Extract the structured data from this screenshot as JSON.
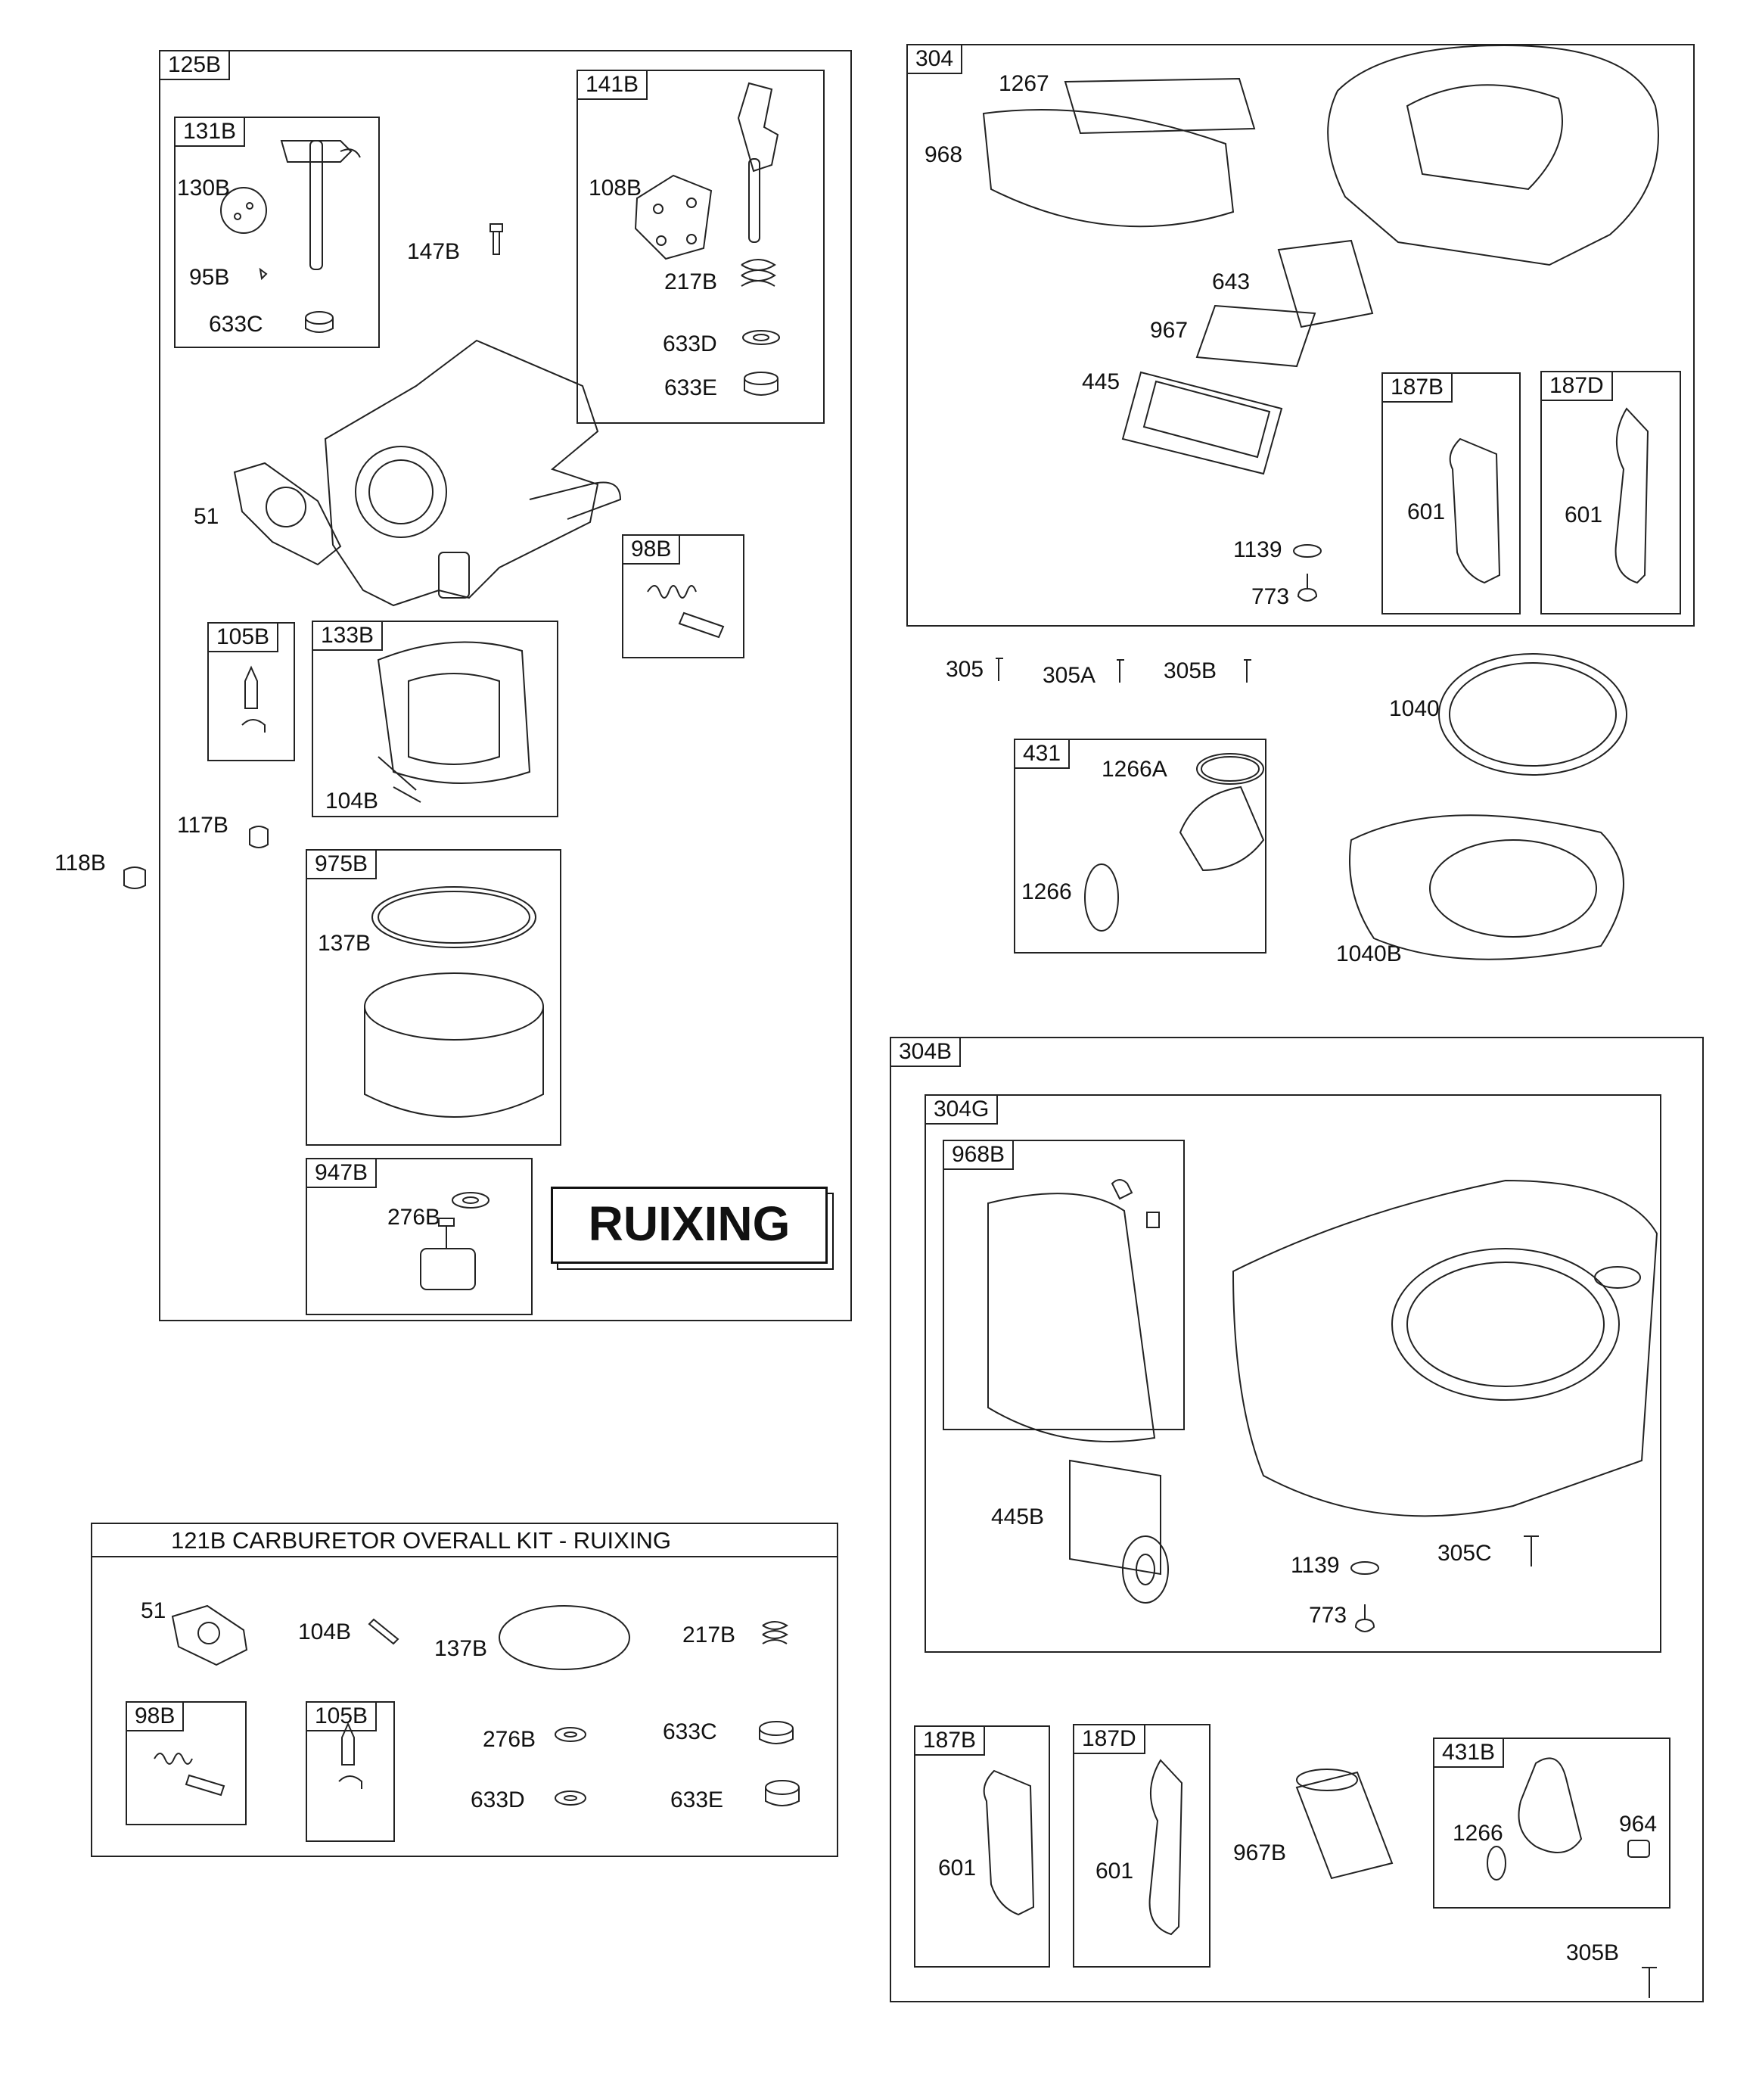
{
  "groups": {
    "g125B": "125B",
    "g131B": "131B",
    "g141B": "141B",
    "g98B": "98B",
    "g105B": "105B",
    "g133B": "133B",
    "g975B": "975B",
    "g947B": "947B",
    "g304": "304",
    "g187B": "187B",
    "g187D": "187D",
    "g431": "431",
    "g304B": "304B",
    "g304G": "304G",
    "g968B": "968B",
    "g187B_2": "187B",
    "g187D_2": "187D",
    "g431B": "431B",
    "kit98B": "98B",
    "kit105B": "105B"
  },
  "labels": {
    "l130B": "130B",
    "l95B": "95B",
    "l633C": "633C",
    "l147B": "147B",
    "l108B": "108B",
    "l217B": "217B",
    "l633D": "633D",
    "l633E": "633E",
    "l51": "51",
    "l104B": "104B",
    "l117B": "117B",
    "l118B": "118B",
    "l137B": "137B",
    "l276B": "276B",
    "l1267": "1267",
    "l968": "968",
    "l643": "643",
    "l967": "967",
    "l445": "445",
    "l601a": "601",
    "l601b": "601",
    "l1139": "1139",
    "l773": "773",
    "l305": "305",
    "l305A": "305A",
    "l305B": "305B",
    "l1040": "1040",
    "l1266A": "1266A",
    "l1266": "1266",
    "l1040B": "1040B",
    "l445B": "445B",
    "l1139b": "1139",
    "l773b": "773",
    "l305C": "305C",
    "l601c": "601",
    "l601d": "601",
    "l967B": "967B",
    "l1266b": "1266",
    "l964": "964",
    "l305Bb": "305B"
  },
  "kit": {
    "title": "121B CARBURETOR OVERALL KIT - RUIXING",
    "k51": "51",
    "k104B": "104B",
    "k137B": "137B",
    "k217B": "217B",
    "k276B": "276B",
    "k633C": "633C",
    "k633D": "633D",
    "k633E": "633E"
  },
  "brand": "RUIXING"
}
